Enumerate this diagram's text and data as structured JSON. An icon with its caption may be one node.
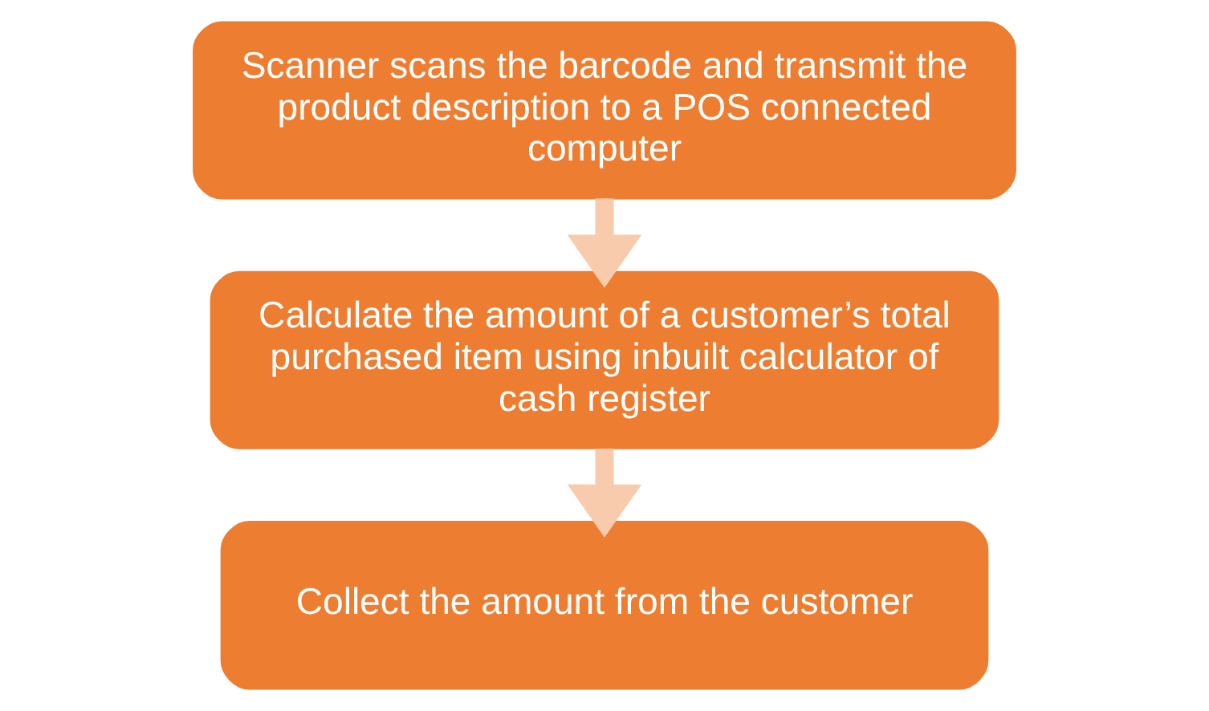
{
  "diagram": {
    "nodes": [
      {
        "text": [
          "Scanner scans the barcode and transmit the product description to a POS connected computer"
        ]
      },
      {
        "text": [
          "Calculate the amount of a customer’s total purchased item using inbuilt calculator of cash register"
        ]
      },
      {
        "text": [
          "Collect the amount from the customer"
        ]
      }
    ],
    "edges": [
      {
        "from": 0,
        "to": 1,
        "arrow": "to"
      },
      {
        "from": 1,
        "to": 2,
        "arrow": "to"
      }
    ]
  }
}
